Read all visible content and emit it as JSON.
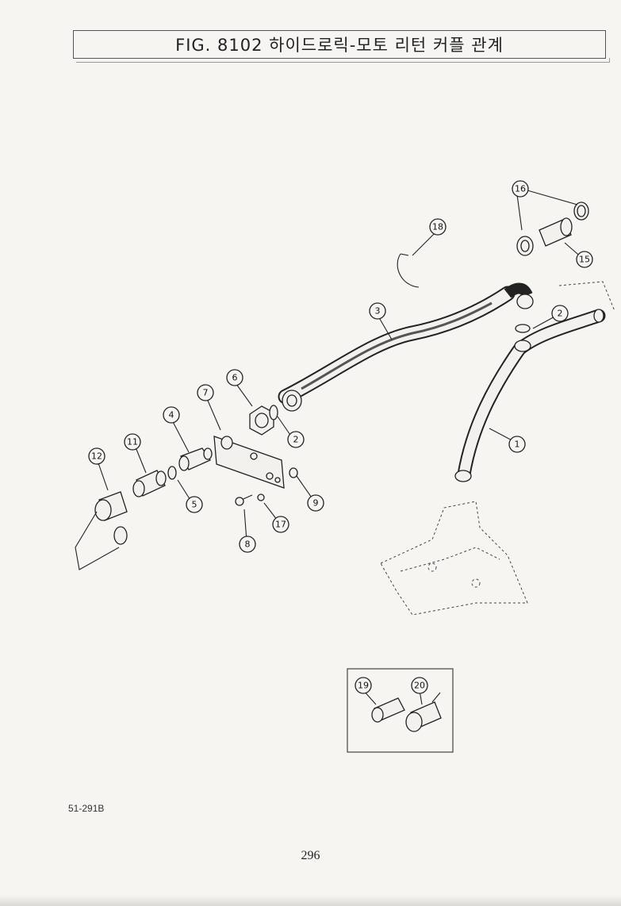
{
  "header": {
    "title": "FIG. 8102 하이드로릭-모토 리턴 커플 관계"
  },
  "callouts": [
    "1",
    "2",
    "3",
    "4",
    "5",
    "6",
    "7",
    "8",
    "9",
    "11",
    "12",
    "15",
    "16",
    "17",
    "18",
    "2",
    "19",
    "20"
  ],
  "footer": {
    "figure_code": "51-291B",
    "page_number": "296"
  }
}
